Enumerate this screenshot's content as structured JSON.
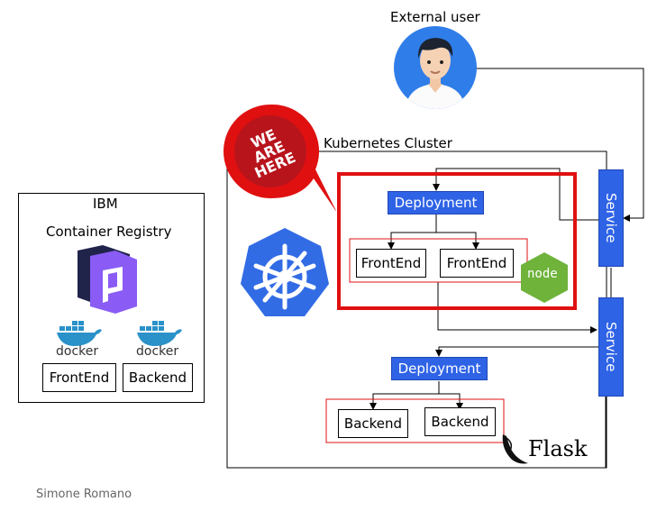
{
  "external_user": {
    "label": "External user"
  },
  "registry": {
    "title_line1": "IBM",
    "title_line2": "Container Registry",
    "docker_label": "docker",
    "images": [
      "FrontEnd",
      "Backend"
    ]
  },
  "cluster": {
    "label": "Kubernetes Cluster"
  },
  "badge": {
    "lines": [
      "WE",
      "ARE",
      "HERE"
    ]
  },
  "frontend": {
    "deployment": "Deployment",
    "pods": [
      "FrontEnd",
      "FrontEnd"
    ],
    "logo_text": "node"
  },
  "backend": {
    "deployment": "Deployment",
    "pods": [
      "Backend",
      "Backend"
    ],
    "logo_text": "Flask"
  },
  "services": {
    "top": "Service",
    "bottom": "Service"
  },
  "credit": "Simone Romano",
  "colors": {
    "blue": "#2f63e6",
    "red": "#e01010",
    "dark_red": "#a81a22"
  }
}
